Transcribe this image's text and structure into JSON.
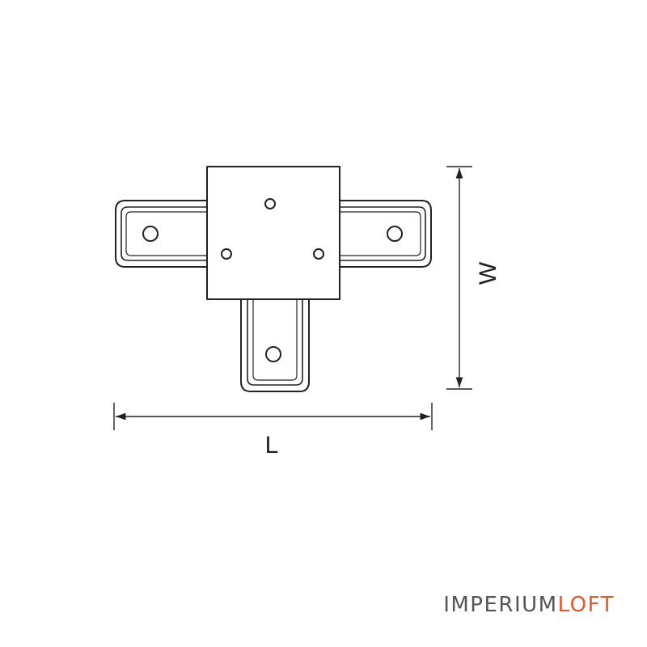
{
  "diagram": {
    "dimension_length_label": "L",
    "dimension_width_label": "W"
  },
  "brand": {
    "name_main": "IMPERIUM",
    "name_accent": "LOFT"
  },
  "colors": {
    "line": "#222222",
    "brand_gray": "#555555",
    "brand_accent": "#e05a2a"
  }
}
